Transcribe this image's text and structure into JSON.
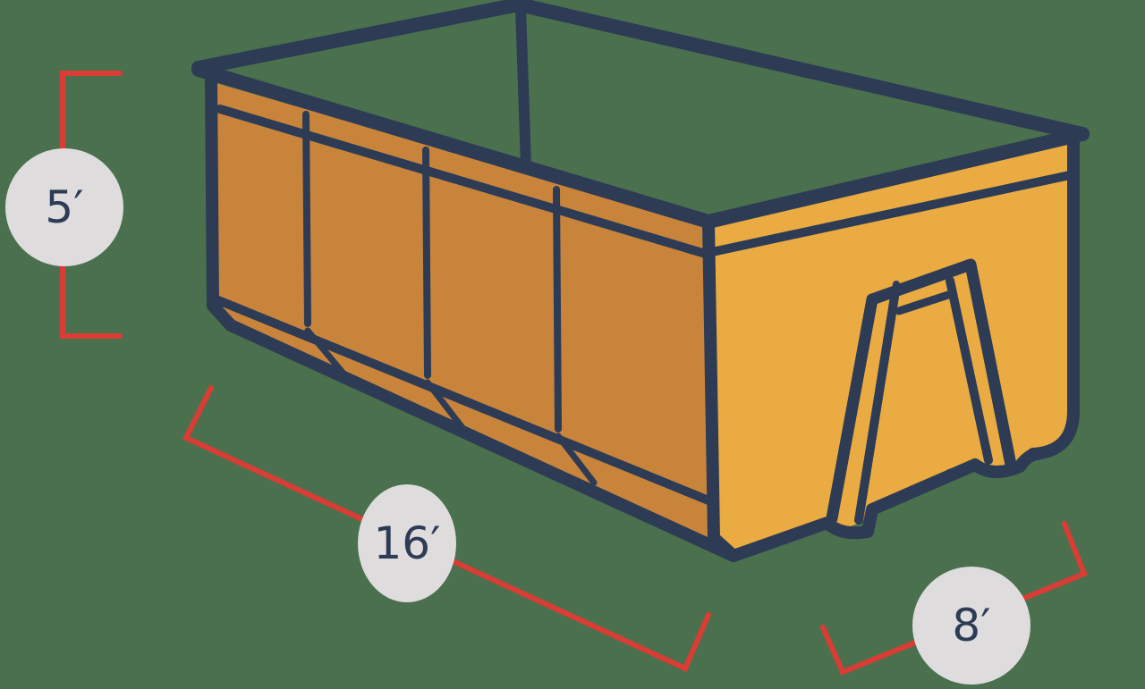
{
  "diagram": {
    "subject": "roll-off dumpster",
    "dimensions": {
      "height": "5′",
      "length": "16′",
      "width": "8′"
    },
    "colors": {
      "background": "#4a704e",
      "outline": "#2d3b55",
      "side_fill": "#c9843c",
      "end_fill": "#e9ab42",
      "dimension_line": "#d93d35",
      "label_circle": "#dedcdd",
      "label_text": "#2d3b55"
    }
  }
}
